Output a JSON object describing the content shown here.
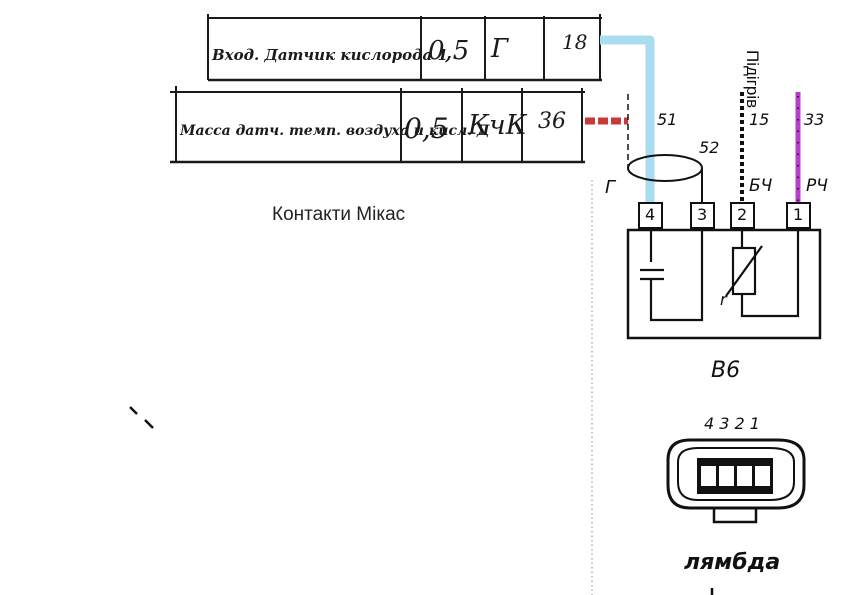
{
  "table": {
    "row1": {
      "signal": "Вход. Датчик кислорода 1",
      "section": "0,5",
      "color": "Г",
      "pin": "18"
    },
    "row2": {
      "signal": "Масса датч. темп. воздуха и кисл. Д",
      "section": "0,5",
      "color": "КчК",
      "pin": "36"
    }
  },
  "caption": "Контакти Мікас",
  "heating_label": "Підігрів",
  "wires": {
    "w51": "51",
    "w52": "52",
    "w15": "15",
    "w33": "33",
    "g": "Г",
    "bch": "БЧ",
    "rch": "РЧ"
  },
  "pins": [
    "4",
    "3",
    "2",
    "1"
  ],
  "component_label": "B6",
  "resistor_label": "r",
  "connector_pins": "4 3 2 1",
  "connector_label": "лямбда",
  "colors": {
    "signal_wire": "#a8dcef",
    "ground_wire": "#c83a3a",
    "heater_wire": "#b93ccf",
    "ink": "#111111"
  }
}
